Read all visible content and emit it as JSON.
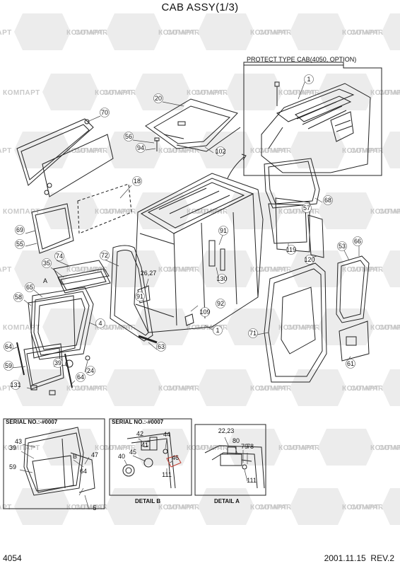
{
  "header": {
    "title": "CAB ASSY(1/3)"
  },
  "footer": {
    "page_number": "4054",
    "date": "2001.11.15",
    "revision": "REV.2"
  },
  "watermark": {
    "brand_ru": "КОМПАРТ",
    "brand_en": "COMPART"
  },
  "inset_protect": {
    "title": "PROTECT TYPE CAB(4050, OPTION)",
    "part": "1"
  },
  "detail_left": {
    "serial": "SERIAL NO.:-#0007"
  },
  "detail_b": {
    "serial": "SERIAL NO.:-#0007",
    "caption": "DETAIL B"
  },
  "detail_a": {
    "caption": "DETAIL A"
  },
  "main_callouts": [
    "70",
    "56",
    "94",
    "20",
    "102",
    "18",
    "69",
    "55",
    "74",
    "35",
    "72",
    "26,27",
    "91",
    "65",
    "58",
    "A",
    "4",
    "63",
    "130",
    "92",
    "109",
    "1",
    "64",
    "59",
    "39",
    "24",
    "64",
    "131",
    "53",
    "66",
    "71",
    "61",
    "68",
    "57",
    "119",
    "120",
    "91"
  ],
  "detail_left_callouts": [
    "43",
    "39",
    "59",
    "B",
    "47",
    "64",
    "5"
  ],
  "detail_b_callouts": [
    "42",
    "41",
    "44",
    "40",
    "45",
    "46",
    "111"
  ],
  "detail_a_callouts": [
    "22,23",
    "80",
    "79",
    "78",
    "111"
  ]
}
